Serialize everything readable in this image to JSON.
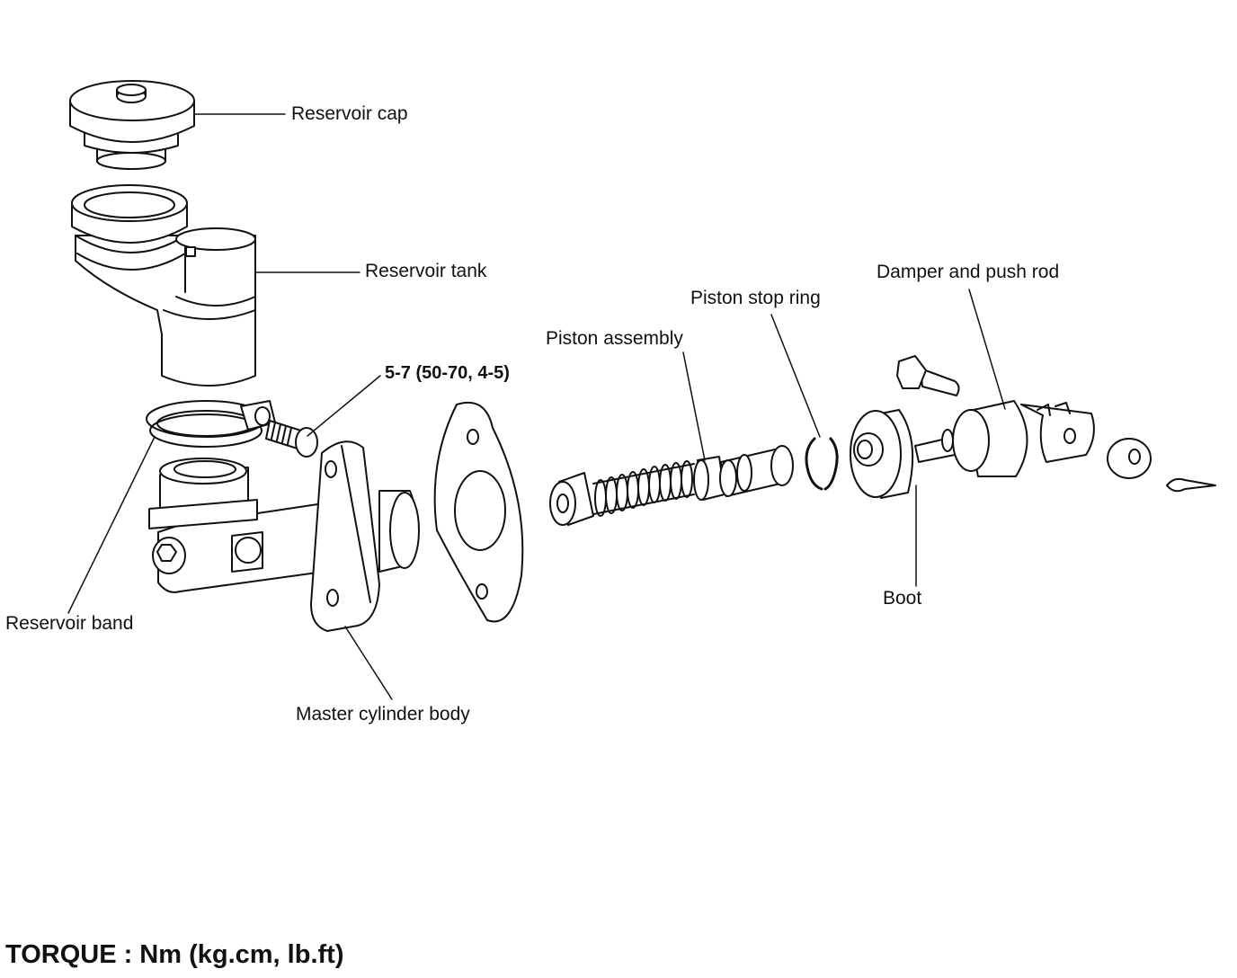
{
  "labels": {
    "reservoir_cap": "Reservoir cap",
    "reservoir_tank": "Reservoir tank",
    "torque_spec": "5-7 (50-70, 4-5)",
    "piston_assembly": "Piston assembly",
    "piston_stop_ring": "Piston stop ring",
    "damper_push_rod": "Damper and push rod",
    "boot": "Boot",
    "reservoir_band": "Reservoir band",
    "master_cylinder_body": "Master cylinder body"
  },
  "footer": {
    "torque_units": "TORQUE : Nm (kg.cm, lb.ft)"
  }
}
